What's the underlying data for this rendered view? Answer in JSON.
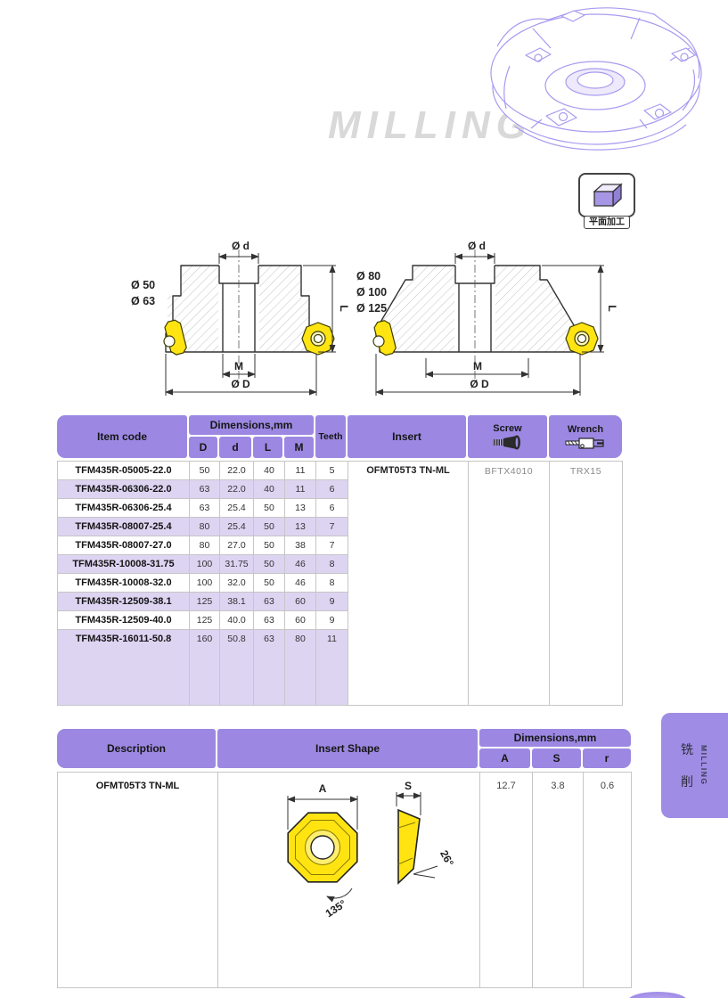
{
  "page": {
    "watermark": "MILLING",
    "icon_label": "平面加工",
    "side_tab_cn_1": "铣",
    "side_tab_cn_2": "削",
    "side_tab_en": "MILLING"
  },
  "diagrams": {
    "small": {
      "top_dim": "Ø d",
      "left_labels": [
        "Ø 50",
        "Ø 63"
      ],
      "right_dim": "L",
      "bottom_inner_dim": "M",
      "bottom_outer_dim": "Ø D"
    },
    "large": {
      "top_dim": "Ø d",
      "left_labels": [
        "Ø 80",
        "Ø 100",
        "Ø 125"
      ],
      "right_dim": "L",
      "bottom_inner_dim": "M",
      "bottom_outer_dim": "Ø D"
    }
  },
  "table1": {
    "headers": {
      "item_code": "Item code",
      "dims_group": "Dimensions,mm",
      "d1": "D",
      "d2": "d",
      "d3": "L",
      "d4": "M",
      "teeth": "Teeth",
      "insert": "Insert",
      "screw": "Screw",
      "wrench": "Wrench"
    },
    "rows": [
      {
        "code": "TFM435R-05005-22.0",
        "D": "50",
        "d": "22.0",
        "L": "40",
        "M": "11",
        "teeth": "5"
      },
      {
        "code": "TFM435R-06306-22.0",
        "D": "63",
        "d": "22.0",
        "L": "40",
        "M": "11",
        "teeth": "6"
      },
      {
        "code": "TFM435R-06306-25.4",
        "D": "63",
        "d": "25.4",
        "L": "50",
        "M": "13",
        "teeth": "6"
      },
      {
        "code": "TFM435R-08007-25.4",
        "D": "80",
        "d": "25.4",
        "L": "50",
        "M": "13",
        "teeth": "7"
      },
      {
        "code": "TFM435R-08007-27.0",
        "D": "80",
        "d": "27.0",
        "L": "50",
        "M": "38",
        "teeth": "7"
      },
      {
        "code": "TFM435R-10008-31.75",
        "D": "100",
        "d": "31.75",
        "L": "50",
        "M": "46",
        "teeth": "8"
      },
      {
        "code": "TFM435R-10008-32.0",
        "D": "100",
        "d": "32.0",
        "L": "50",
        "M": "46",
        "teeth": "8"
      },
      {
        "code": "TFM435R-12509-38.1",
        "D": "125",
        "d": "38.1",
        "L": "63",
        "M": "60",
        "teeth": "9"
      },
      {
        "code": "TFM435R-12509-40.0",
        "D": "125",
        "d": "40.0",
        "L": "63",
        "M": "60",
        "teeth": "9"
      },
      {
        "code": "TFM435R-16011-50.8",
        "D": "160",
        "d": "50.8",
        "L": "63",
        "M": "80",
        "teeth": "11"
      }
    ],
    "insert_value": "OFMT05T3 TN-ML",
    "screw_value": "BFTX4010",
    "wrench_value": "TRX15"
  },
  "table2": {
    "headers": {
      "description": "Description",
      "insert_shape": "Insert Shape",
      "dims_group": "Dimensions,mm",
      "a": "A",
      "s": "S",
      "r": "r"
    },
    "row": {
      "description": "OFMT05T3 TN-ML",
      "A": "12.7",
      "S": "3.8",
      "r": "0.6"
    },
    "shape": {
      "a_label": "A",
      "s_label": "S",
      "angle_octagon": "135°",
      "angle_side": "26°"
    }
  },
  "colors": {
    "header_purple": "#9c88e2",
    "row_stripe": "#ddd4f2",
    "insert_yellow": "#ffe412",
    "tab_purple": "#9f8ce4",
    "wireframe_purple": "#a79bf0",
    "watermark_gray": "#d9d9d9"
  }
}
